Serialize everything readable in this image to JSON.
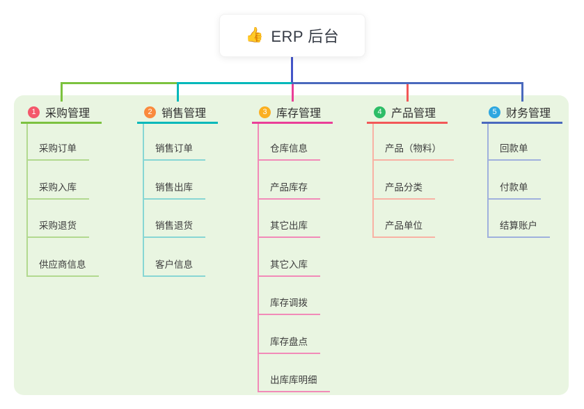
{
  "root": {
    "icon": "thumbs-up-icon",
    "icon_glyph": "👍",
    "label": "ERP 后台"
  },
  "colors": {
    "panel_background": "#e9f5e1",
    "root_connector": "#4355c8",
    "card_background": "#ffffff"
  },
  "branches": [
    {
      "number": "1",
      "label": "采购管理",
      "badge_color": "#f4586b",
      "line_color": "#7cc23f",
      "child_line_color": "#b2d98f",
      "children": [
        "采购订单",
        "采购入库",
        "采购退货",
        "供应商信息"
      ]
    },
    {
      "number": "2",
      "label": "销售管理",
      "badge_color": "#fa8a3d",
      "line_color": "#00b8ba",
      "child_line_color": "#87d6d4",
      "children": [
        "销售订单",
        "销售出库",
        "销售退货",
        "客户信息"
      ]
    },
    {
      "number": "3",
      "label": "库存管理",
      "badge_color": "#fbaf20",
      "line_color": "#ea3f98",
      "child_line_color": "#f28ab8",
      "children": [
        "仓库信息",
        "产品库存",
        "其它出库",
        "其它入库",
        "库存调拨",
        "库存盘点",
        "出库库明细"
      ]
    },
    {
      "number": "4",
      "label": "产品管理",
      "badge_color": "#2dbd67",
      "line_color": "#f25858",
      "child_line_color": "#f8b1a4",
      "children": [
        "产品（物料）",
        "产品分类",
        "产品单位"
      ]
    },
    {
      "number": "5",
      "label": "财务管理",
      "badge_color": "#2ea7e0",
      "line_color": "#4a69bd",
      "child_line_color": "#9fb0dd",
      "children": [
        "回款单",
        "付款单",
        "结算账户"
      ]
    }
  ]
}
